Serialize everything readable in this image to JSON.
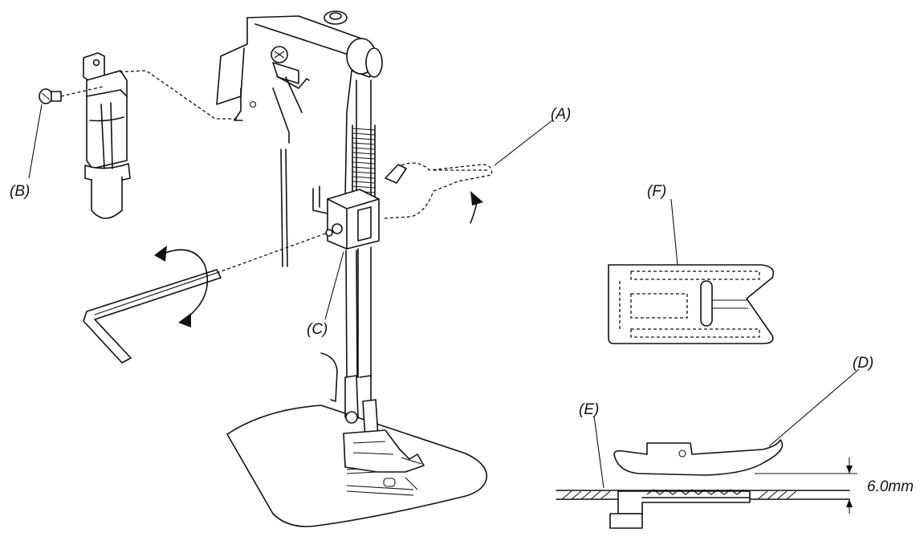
{
  "labels": {
    "a": "(A)",
    "b": "(B)",
    "c": "(C)",
    "d": "(D)",
    "e": "(E)",
    "f": "(F)"
  },
  "dimension": "6.0mm",
  "colors": {
    "ink": "#111111",
    "paper": "#ffffff"
  },
  "icons": [
    "screw-icon",
    "hex-key-icon",
    "rotate-arrow-icon"
  ]
}
